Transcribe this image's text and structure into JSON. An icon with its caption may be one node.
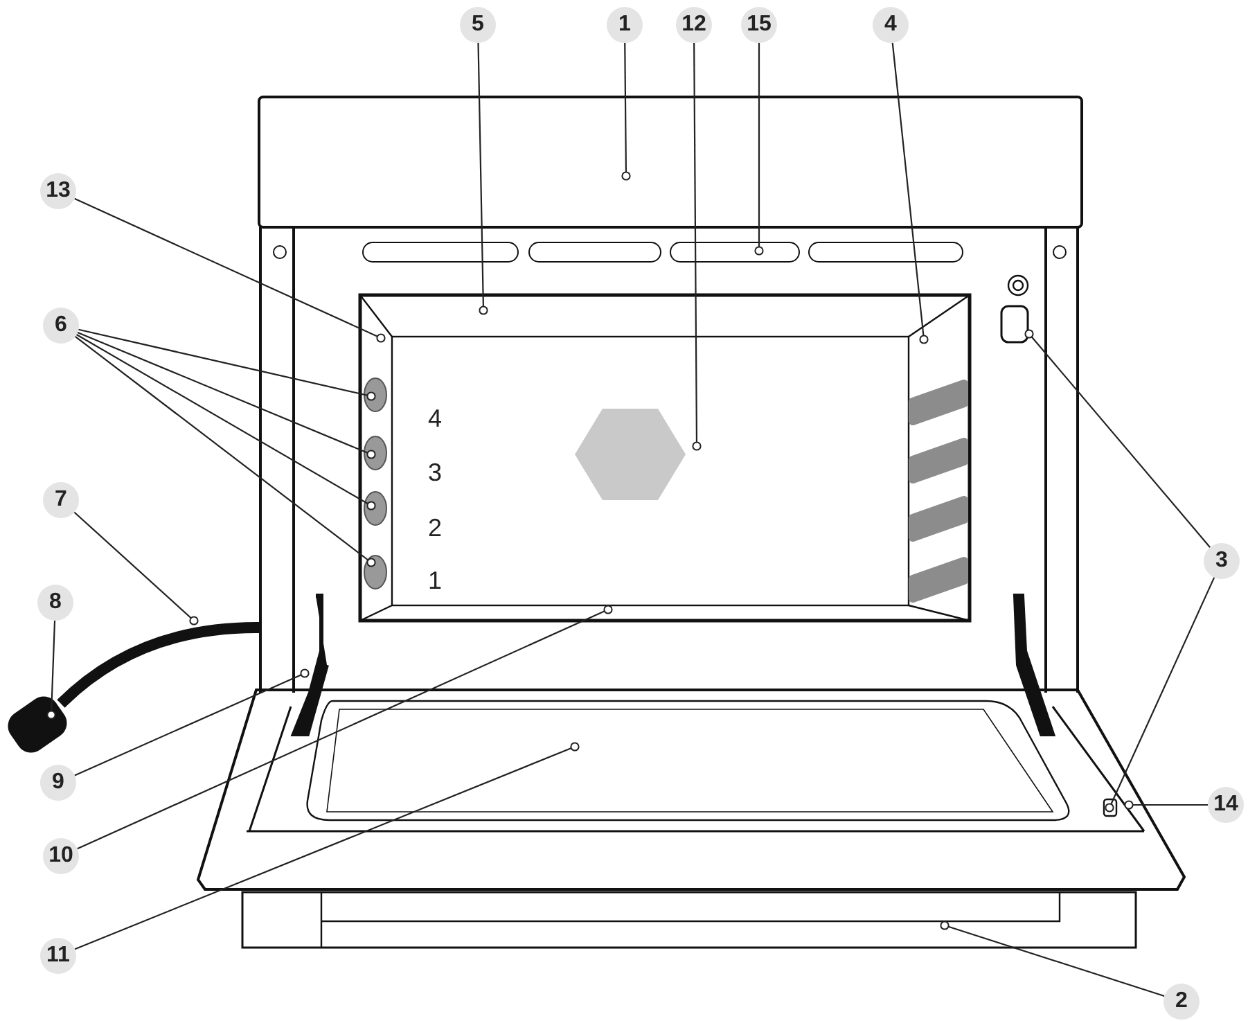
{
  "diagram": {
    "nodes": [
      {
        "text": [
          "5"
        ]
      },
      {
        "text": [
          "1"
        ]
      },
      {
        "text": [
          "12"
        ]
      },
      {
        "text": [
          "15"
        ]
      },
      {
        "text": [
          "4"
        ]
      },
      {
        "text": [
          "13"
        ]
      },
      {
        "text": [
          "6"
        ]
      },
      {
        "text": [
          "7"
        ]
      },
      {
        "text": [
          "8"
        ]
      },
      {
        "text": [
          "3"
        ]
      },
      {
        "text": [
          "9"
        ]
      },
      {
        "text": [
          "10"
        ]
      },
      {
        "text": [
          "11"
        ]
      },
      {
        "text": [
          "14"
        ]
      },
      {
        "text": [
          "2"
        ]
      }
    ],
    "edges": [
      {
        "from": 0,
        "to": null,
        "arrow": "other"
      },
      {
        "from": 1,
        "to": null,
        "arrow": "other"
      },
      {
        "from": 2,
        "to": null,
        "arrow": "other"
      },
      {
        "from": 3,
        "to": null,
        "arrow": "other"
      },
      {
        "from": 4,
        "to": null,
        "arrow": "other"
      },
      {
        "from": 5,
        "to": null,
        "arrow": "other"
      },
      {
        "from": 6,
        "to": null,
        "arrow": "other"
      },
      {
        "from": 6,
        "to": null,
        "arrow": "other"
      },
      {
        "from": 6,
        "to": null,
        "arrow": "other"
      },
      {
        "from": 6,
        "to": null,
        "arrow": "other"
      },
      {
        "from": 7,
        "to": null,
        "arrow": "other"
      },
      {
        "from": 8,
        "to": null,
        "arrow": "other"
      },
      {
        "from": 9,
        "to": null,
        "arrow": "other"
      },
      {
        "from": 9,
        "to": null,
        "arrow": "other"
      },
      {
        "from": 10,
        "to": null,
        "arrow": "other"
      },
      {
        "from": 11,
        "to": null,
        "arrow": "other"
      },
      {
        "from": 12,
        "to": null,
        "arrow": "other"
      },
      {
        "from": 13,
        "to": null,
        "arrow": "other"
      },
      {
        "from": 14,
        "to": null,
        "arrow": "other"
      }
    ],
    "labels": [
      "4",
      "3",
      "2",
      "1"
    ]
  }
}
